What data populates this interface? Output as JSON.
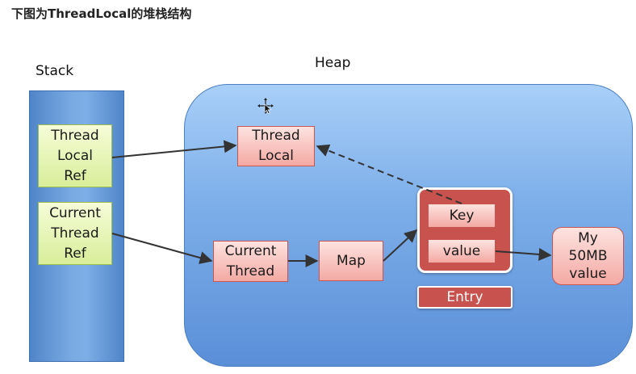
{
  "page": {
    "title": "下图为ThreadLocal的堆栈结构"
  },
  "diagram": {
    "stack_label": "Stack",
    "heap_label": "Heap",
    "stack_nodes": {
      "threadlocal_ref": [
        "Thread",
        "Local",
        "Ref"
      ],
      "currentthread_ref": [
        "Current",
        "Thread",
        "Ref"
      ]
    },
    "heap_nodes": {
      "threadlocal": [
        "Thread",
        "Local"
      ],
      "current_thread": [
        "Current",
        "Thread"
      ],
      "map": "Map",
      "key": "Key",
      "value": "value",
      "entry": "Entry",
      "big_value": [
        "My",
        "50MB",
        "value"
      ]
    },
    "colors": {
      "stack_blue": "#6b9edc",
      "heap_blue": "#7fb0ea",
      "green_node": "#d9ee9a",
      "pink_node": "#f4a9a3",
      "entry_red": "#c8524d",
      "arrow": "#333333"
    }
  }
}
